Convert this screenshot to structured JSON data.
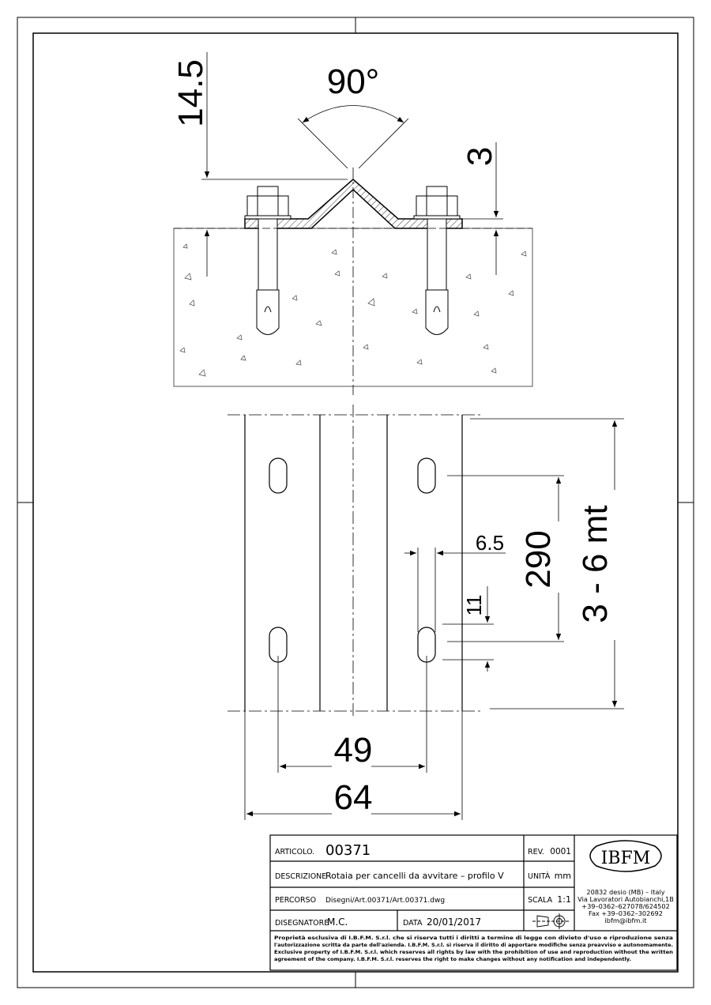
{
  "dimensions": {
    "height_total": "14.5",
    "angle": "90°",
    "thickness": "3",
    "slot_spacing": "290",
    "length": "3 - 6 mt",
    "slot_width": "6.5",
    "slot_length": "11",
    "hole_distance": "49",
    "rail_width": "64"
  },
  "title_block": {
    "articolo_label": "ARTICOLO.",
    "articolo_value": "00371",
    "rev_label": "REV.",
    "rev_value": "0001",
    "descrizione_label": "DESCRIZIONE",
    "descrizione_value": "Rotaia per cancelli da avvitare – profilo V",
    "unita_label": "UNITÀ",
    "unita_value": "mm",
    "percorso_label": "PERCORSO",
    "percorso_value": "Disegni/Art.00371/Art.00371.dwg",
    "scala_label": "SCALA",
    "scala_value": "1:1",
    "disegnatore_label": "DISEGNATORE",
    "disegnatore_value": "M.C.",
    "data_label": "DATA",
    "data_value": "20/01/2017",
    "logo": "IBFM",
    "address": [
      "20832 desio (MB) – Italy",
      "Via Lavoratori Autobianchi,1B",
      "+39–0362–627078/624502",
      "Fax +39–0362–302692",
      "ibfm@ibfm.it"
    ],
    "disclaimer": [
      "Proprietà esclusiva di I.B.F.M. S.r.l. che si riserva tutti i diritti a termine di legge con divieto d'uso e riproduzione senza",
      "l'autorizzazione scritta da parte dell'azienda. I.B.F.M. S.r.l. si riserva il diritto di apportare modifiche senza preavviso e autonomamente.",
      "Exclusive property of I.B.F.M. S.r.l. which reserves all rights by law with the prohibition of use and reproduction without the written",
      "agreement of the company. I.B.F.M. S.r.l. reserves the right to make changes without any notification and independently."
    ]
  }
}
